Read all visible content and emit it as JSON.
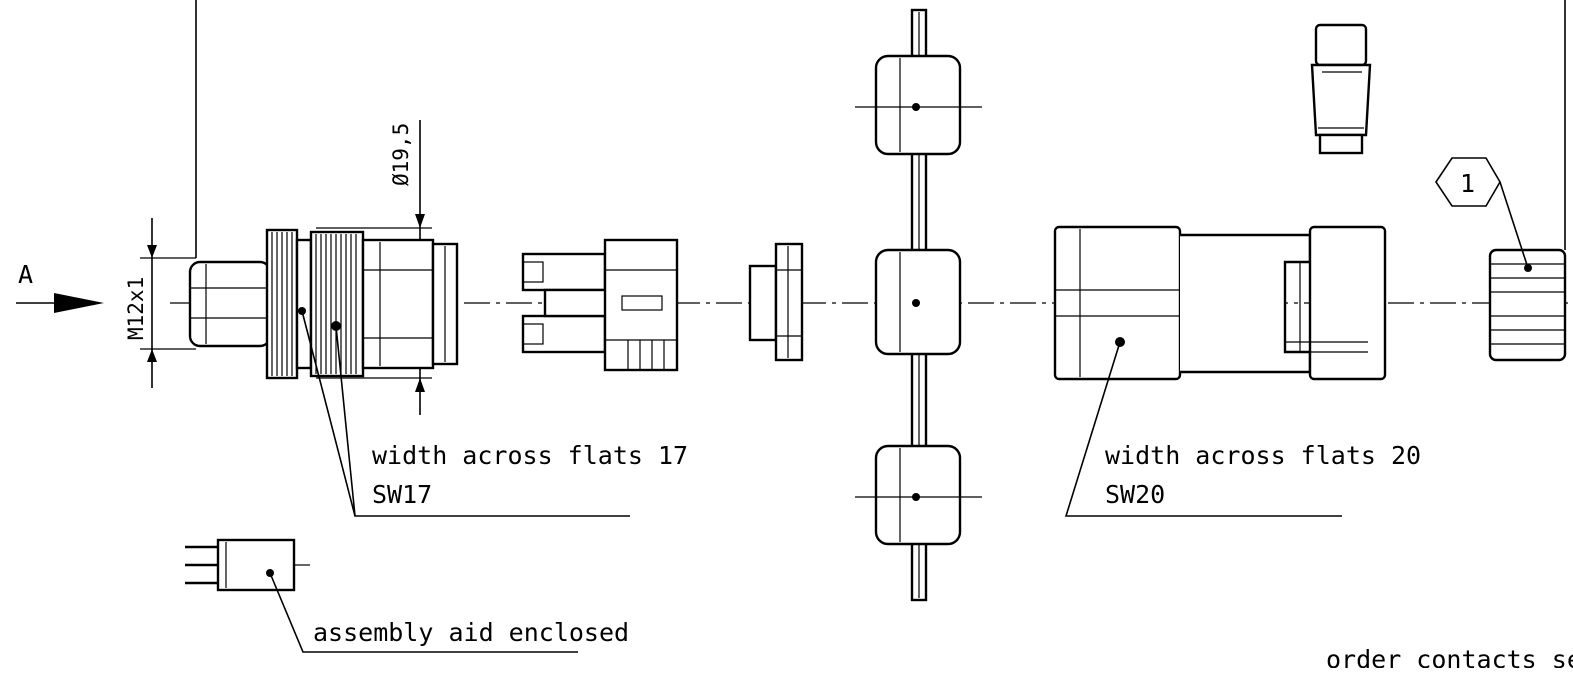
{
  "view_label": "A",
  "dimensions": {
    "thread": "M12x1",
    "diameter": "Ø19,5"
  },
  "callouts": {
    "sw17_line1": "width across flats 17",
    "sw17_line2": "SW17",
    "sw20_line1": "width across flats 20",
    "sw20_line2": "SW20",
    "assembly_aid": "assembly aid enclosed",
    "order_contacts": "order contacts se"
  },
  "item_marker": "1"
}
